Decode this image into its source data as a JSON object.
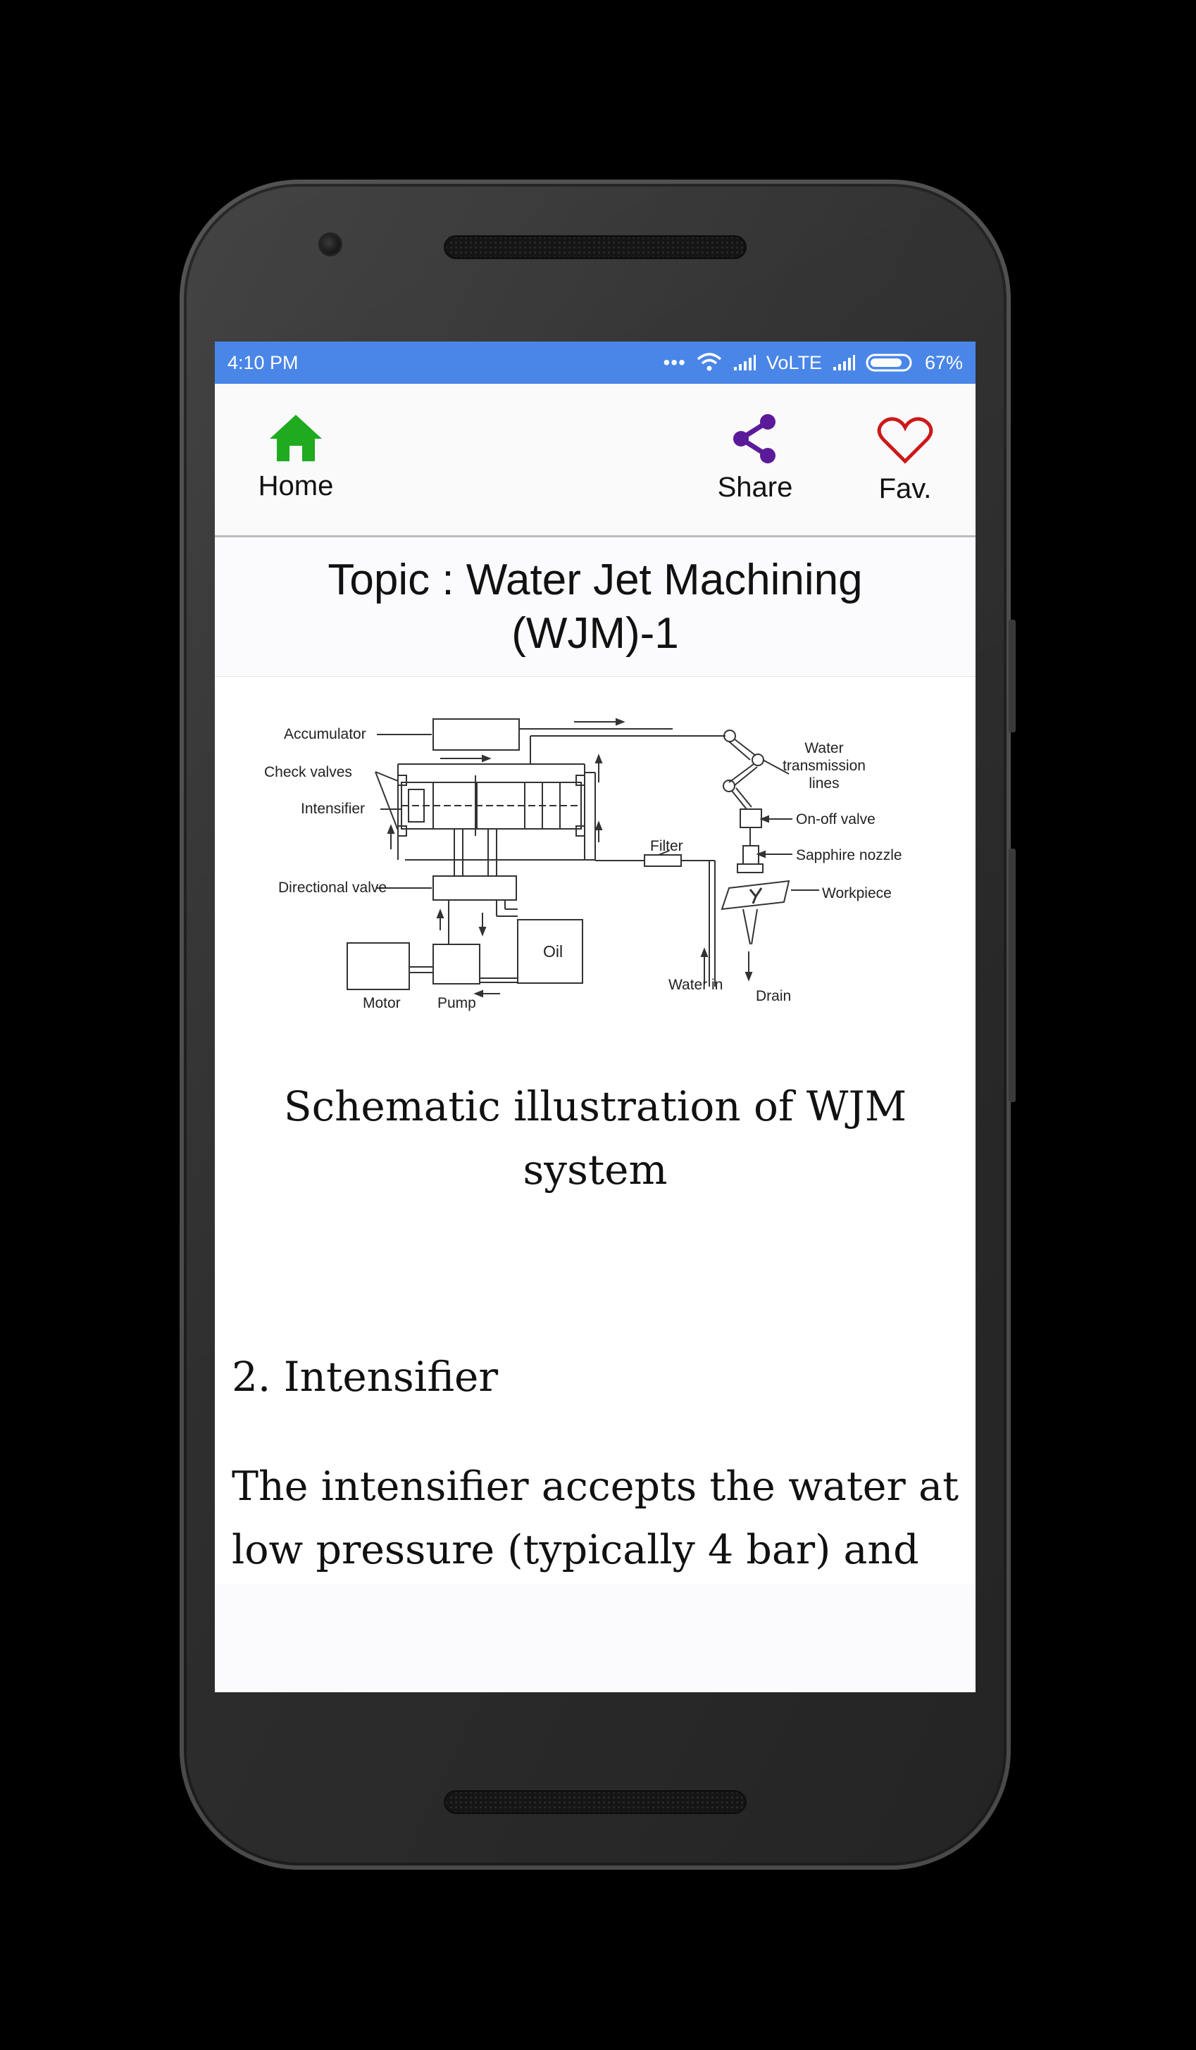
{
  "status_bar": {
    "time": "4:10 PM",
    "network": "VoLTE",
    "battery": "67%"
  },
  "toolbar": {
    "home_label": "Home",
    "share_label": "Share",
    "fav_label": "Fav.",
    "colors": {
      "home": "#1faa1f",
      "share": "#5b1a9a",
      "fav": "#cc1a1a"
    }
  },
  "topic": {
    "line1": "Topic : Water Jet Machining",
    "line2": "(WJM)-1"
  },
  "diagram": {
    "labels": {
      "accumulator": "Accumulator",
      "check_valves": "Check valves",
      "intensifier": "Intensifier",
      "filter": "Filter",
      "directional_valve": "Directional valve",
      "oil": "Oil",
      "motor": "Motor",
      "pump": "Pump",
      "water_in": "Water in",
      "water_1": "Water",
      "water_2": "transmission",
      "water_3": "lines",
      "on_off_valve": "On-off valve",
      "sapphire_nozzle": "Sapphire nozzle",
      "workpiece": "Workpiece",
      "drain": "Drain"
    }
  },
  "caption": {
    "line1": "Schematic illustration of WJM",
    "line2": "system"
  },
  "section": {
    "heading": "2. Intensifier",
    "paragraph": "The intensifier accepts the water at low pressure (typically 4 bar) and"
  }
}
